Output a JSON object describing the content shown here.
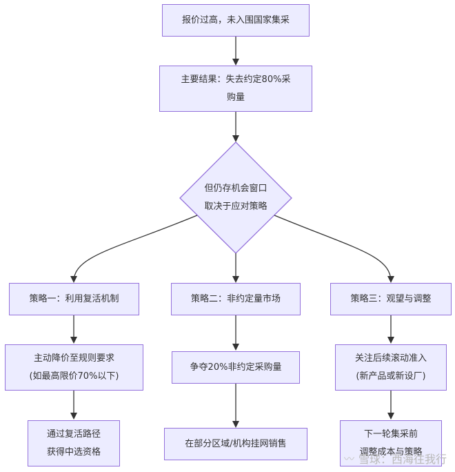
{
  "nodes": {
    "top": "报价过高，未入围国家集采",
    "result_line1": "主要结果：失去约定80%采",
    "result_line2": "购量",
    "decision_line1": "但仍存机会窗口",
    "decision_line2": "取决于应对策略",
    "s1": "策略一：利用复活机制",
    "s2": "策略二：非约定量市场",
    "s3": "策略三：观望与调整",
    "s1a_line1": "主动降价至规则要求",
    "s1a_line2": "(如最高限价70%以下)",
    "s2a": "争夺20%非约定采购量",
    "s3a_line1": "关注后续滚动准入",
    "s3a_line2": "(新产品或新设厂)",
    "s1b_line1": "通过复活路径",
    "s1b_line2": "获得中选资格",
    "s2b": "在部分区域/机构挂网销售",
    "s3b_line1": "下一轮集采前",
    "s3b_line2": "调整成本与策略"
  },
  "watermark": "雪球：西海往我行",
  "colors": {
    "fill": "#ECECFF",
    "stroke": "#9370DB",
    "edge": "#333333",
    "text": "#333333"
  }
}
